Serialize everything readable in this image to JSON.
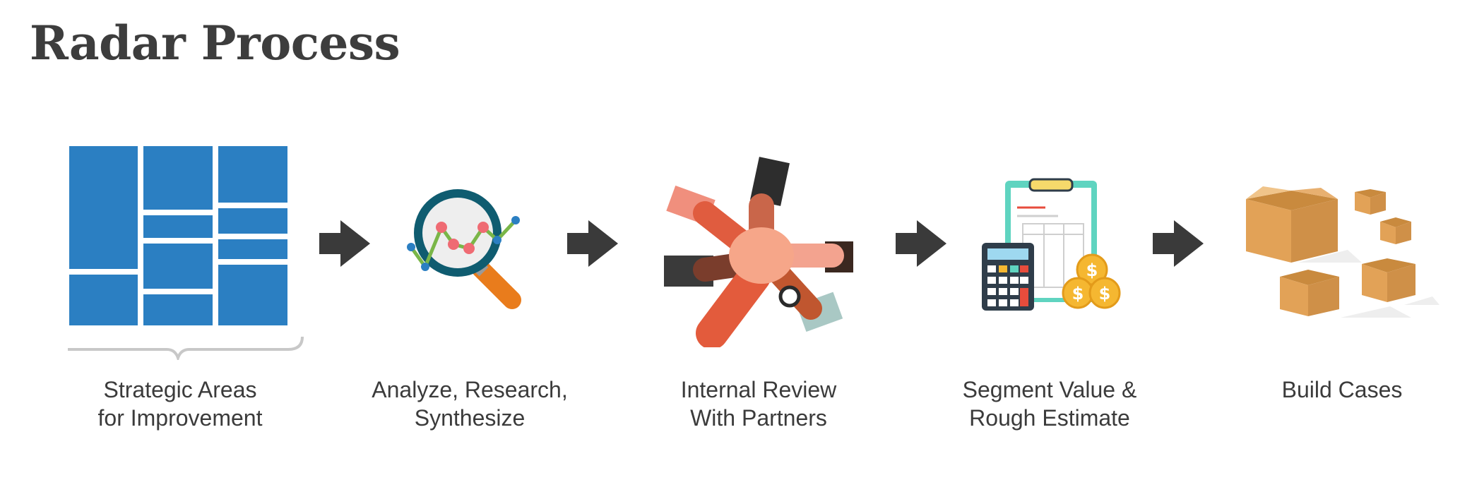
{
  "title": "Radar Process",
  "steps": [
    {
      "line1": "Strategic Areas",
      "line2": "for Improvement",
      "icon": "treemap-grid-icon"
    },
    {
      "line1": "Analyze, Research,",
      "line2": "Synthesize",
      "icon": "magnifying-glass-chart-icon"
    },
    {
      "line1": "Internal Review",
      "line2": "With Partners",
      "icon": "team-hands-icon"
    },
    {
      "line1": "Segment Value &",
      "line2": "Rough Estimate",
      "icon": "calculator-clipboard-coins-icon"
    },
    {
      "line1": "Build Cases",
      "line2": "",
      "icon": "cardboard-boxes-icon"
    }
  ],
  "colors": {
    "title": "#3d3d3d",
    "grid_blue": "#2b7fc2",
    "arrow": "#3a3a3a",
    "label": "#3b3b3b",
    "coin": "#f5b731",
    "box": "#e2a257"
  }
}
